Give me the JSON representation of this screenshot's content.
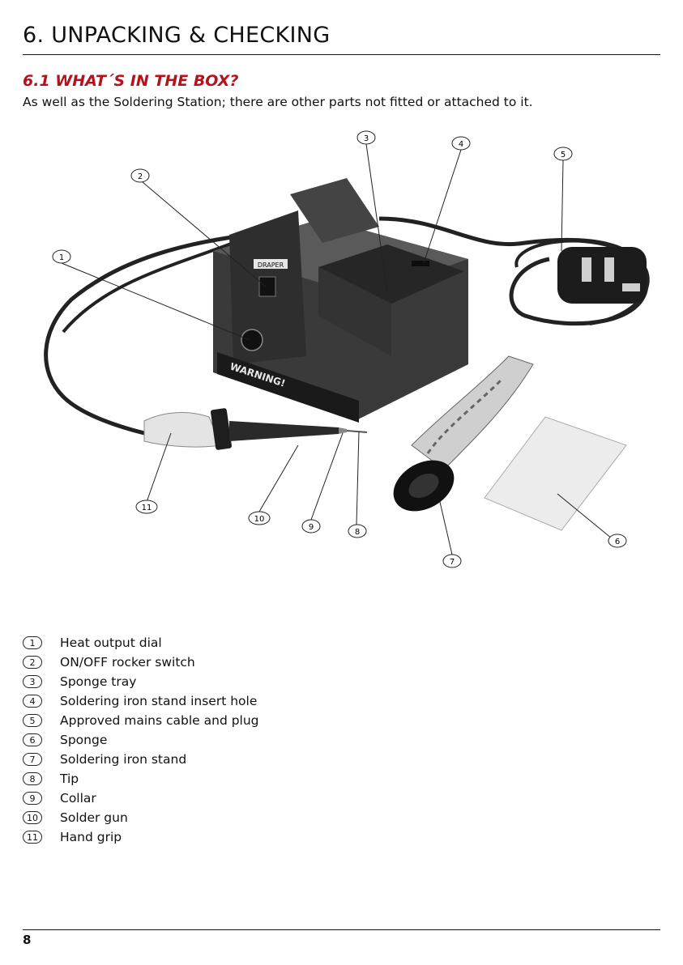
{
  "header": {
    "title": "6.   UNPACKING & CHECKING"
  },
  "section": {
    "heading": "6.1 WHAT´S IN THE BOX?",
    "intro": "As well as the Soldering Station; there are other parts not fitted or attached to it."
  },
  "figure": {
    "brand_label": "DRAPER",
    "warning_label": "WARNING!",
    "callouts": [
      "1",
      "2",
      "3",
      "4",
      "5",
      "6",
      "7",
      "8",
      "9",
      "10",
      "11"
    ]
  },
  "parts": [
    {
      "num": "1",
      "label": "Heat output dial"
    },
    {
      "num": "2",
      "label": "ON/OFF rocker switch"
    },
    {
      "num": "3",
      "label": "Sponge tray"
    },
    {
      "num": "4",
      "label": "Soldering iron stand insert hole"
    },
    {
      "num": "5",
      "label": "Approved mains cable and plug"
    },
    {
      "num": "6",
      "label": "Sponge"
    },
    {
      "num": "7",
      "label": "Soldering iron stand"
    },
    {
      "num": "8",
      "label": "Tip"
    },
    {
      "num": "9",
      "label": "Collar"
    },
    {
      "num": "10",
      "label": "Solder gun"
    },
    {
      "num": "11",
      "label": "Hand grip"
    }
  ],
  "footer": {
    "page_number": "8"
  },
  "colors": {
    "heading": "#b5121b",
    "text": "#111111"
  }
}
